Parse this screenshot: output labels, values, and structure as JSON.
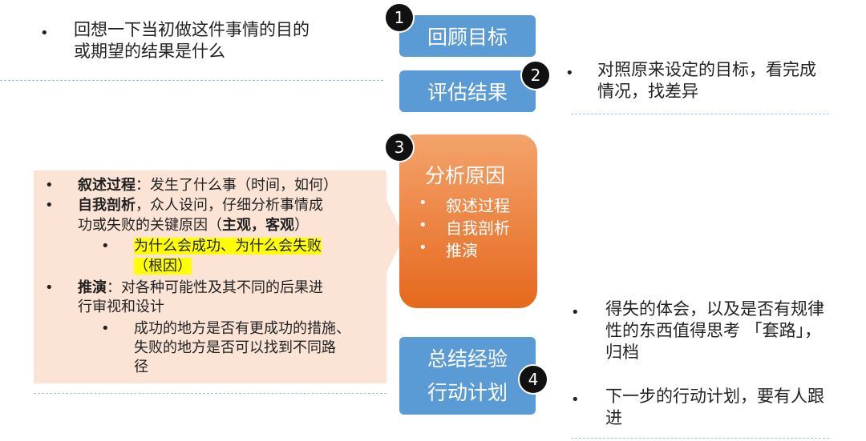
{
  "top_left": {
    "bullet": "•",
    "line1": "回想一下当初做这件事情的目的",
    "line2": "或期望的结果是什么"
  },
  "right_top": {
    "bullet": "•",
    "line1": "对照原来设定的目标，看完成",
    "line2": "情况，找差异"
  },
  "steps": [
    {
      "badge": "1",
      "label": "回顾目标"
    },
    {
      "badge": "2",
      "label": "评估结果"
    },
    {
      "badge": "3",
      "label": "分析原因",
      "subitems": [
        "叙述过程",
        "自我剖析",
        "推演"
      ],
      "sub_bullet": "•"
    },
    {
      "badge": "4",
      "label1": "总结经验",
      "label2": "行动计划"
    }
  ],
  "panel": {
    "item1_bold": "叙述过程",
    "item1_rest": "：发生了什么事（时间，如何）",
    "item2_bold": "自我剖析",
    "item2_rest": "，众人设问，仔细分析事情成",
    "item2_line2_a": "功或失败的关键原因（",
    "item2_line2_bold": "主观，客观",
    "item2_line2_b": "）",
    "sub1_line1": "为什么会成功、为什么会失败",
    "sub1_line2": "（根因）",
    "item3_bold": "推演",
    "item3_rest": "：对各种可能性及其不同的后果进",
    "item3_line2": "行审视和设计",
    "sub2_line1": "成功的地方是否有更成功的措施、",
    "sub2_line2": "失败的地方是否可以找到不同路",
    "sub2_line3": "径",
    "bullet": "•"
  },
  "right_bottom": {
    "bullet": "•",
    "item1_line1": "得失的体会，以及是否有规律",
    "item1_line2": "性的东西值得思考 「套路」，",
    "item1_line3": "归档",
    "item2_line1": "下一步的行动计划，要有人跟",
    "item2_line2": "进"
  },
  "colors": {
    "step_box": "#5b9bd5",
    "orange_top": "#f4a36c",
    "orange_bottom": "#e5681d",
    "panel_bg": "#fbe3d6",
    "highlight": "#ffff00",
    "dash": "#9ec3e6"
  }
}
